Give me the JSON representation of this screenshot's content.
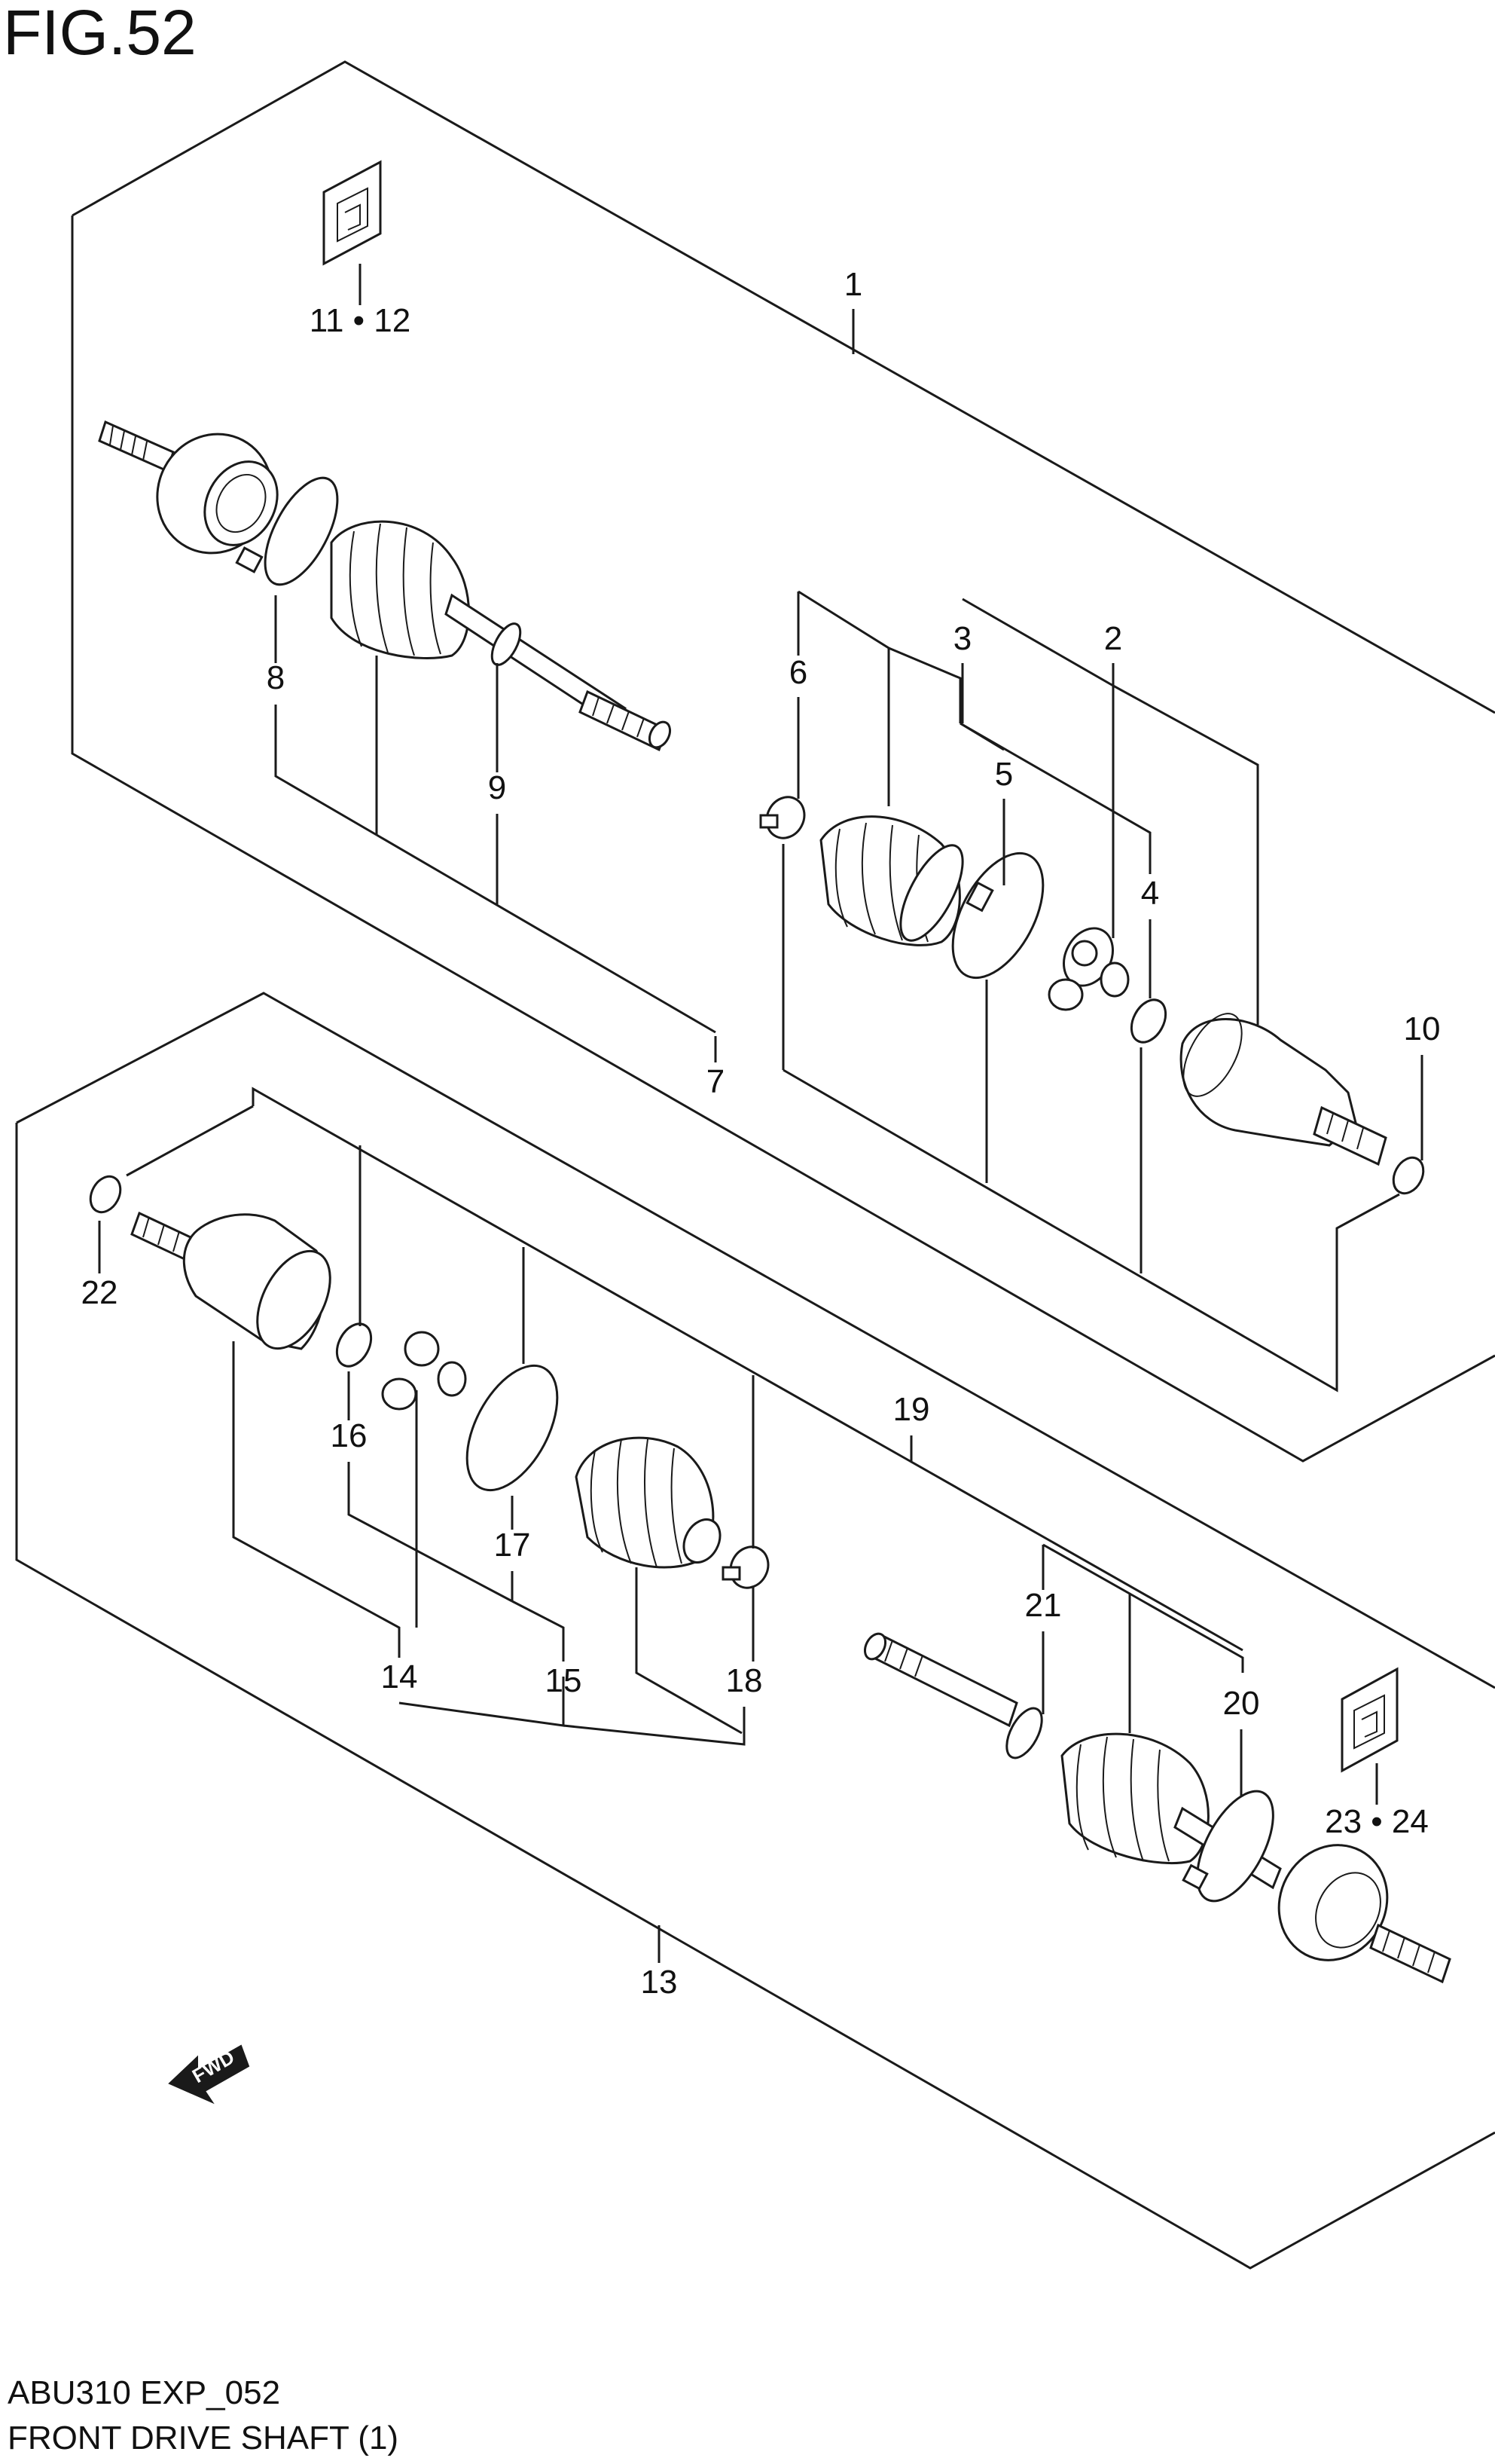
{
  "figure": {
    "title": "FIG.52"
  },
  "footer": {
    "code": "ABU310 EXP_052",
    "name": "FRONT DRIVE SHAFT (1)"
  },
  "callouts": {
    "c1": "1",
    "c2": "2",
    "c3": "3",
    "c4": "4",
    "c5": "5",
    "c6": "6",
    "c7": "7",
    "c8": "8",
    "c9": "9",
    "c10": "10",
    "c11_12": "11 • 12",
    "c13": "13",
    "c14": "14",
    "c15": "15",
    "c16": "16",
    "c17": "17",
    "c18": "18",
    "c19": "19",
    "c20": "20",
    "c21": "21",
    "c22": "22",
    "c23_24": "23 • 24"
  },
  "arrow": {
    "label": "FWD"
  },
  "icons": [
    "grease-pack-icon",
    "fwd-arrow-icon"
  ]
}
